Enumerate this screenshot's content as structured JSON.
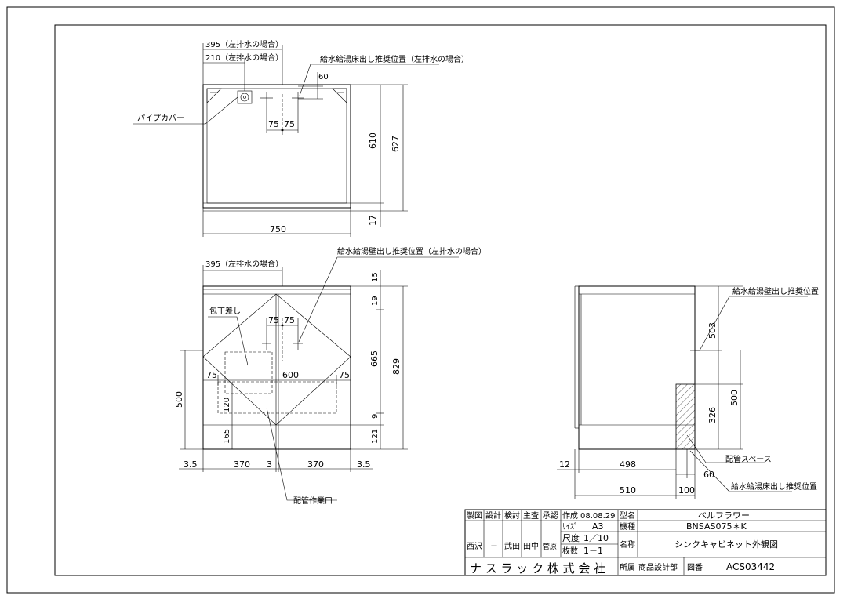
{
  "top_view": {
    "dim_395": "395（左排水の場合）",
    "dim_210": "210（左排水の場合）",
    "note_floor": "給水給湯床出し推奨位置（左排水の場合）",
    "dim_60": "60",
    "pipe_cover": "パイプカバー",
    "dim_75a": "75",
    "dim_75b": "75",
    "dim_610": "610",
    "dim_627": "627",
    "dim_17": "17",
    "dim_750": "750"
  },
  "front_view": {
    "dim_395": "395（左排水の場合）",
    "note_wall": "給水給湯壁出し推奨位置（左排水の場合）",
    "dim_15": "15",
    "dim_19": "19",
    "knife_rack": "包丁差し",
    "dim_75a": "75",
    "dim_75b": "75",
    "dim_665": "665",
    "dim_829": "829",
    "dim_75_left": "75",
    "dim_600": "600",
    "dim_75_right": "75",
    "dim_500": "500",
    "dim_120": "120",
    "dim_9": "9",
    "dim_165": "165",
    "dim_121": "121",
    "dim_3_5_left": "3.5",
    "dim_370a": "370",
    "dim_3": "3",
    "dim_370b": "370",
    "dim_3_5_right": "3.5",
    "opening_label": "配管作業口"
  },
  "side_view": {
    "note_wall": "給水給湯壁出し推奨位置",
    "dim_503": "503",
    "dim_500": "500",
    "dim_326": "326",
    "piping_space": "配管スペース",
    "dim_12": "12",
    "dim_498": "498",
    "dim_60": "60",
    "note_floor": "給水給湯床出し推奨位置",
    "dim_510": "510",
    "dim_100": "100"
  },
  "title_block": {
    "seizu": "製図",
    "sekkei": "設計",
    "kento": "検討",
    "shusa": "主査",
    "shonin": "承認",
    "sakusei_label": "作成",
    "sakusei_date": "08.08.29",
    "size_label": "ｻｲｽﾞ",
    "size_value": "A3",
    "scale_label": "尺度",
    "scale_value": "1／10",
    "sheets_label": "枚数",
    "sheets_value": "1－1",
    "name_nishizawa": "西沢",
    "name_dash": "－",
    "name_takeda": "武田",
    "name_tanaka": "田中",
    "name_sugawara": "菅原",
    "company": "ナ ス ラ ッ ク 株 式 会 社",
    "katamei_label": "型名",
    "katamei_value": "ベルフラワー",
    "kishu_label": "機種",
    "kishu_value": "BNSAS075＊K",
    "meisho_label": "名称",
    "meisho_value": "シンクキャビネット外観図",
    "shozoku_label": "所属",
    "shozoku_value": "商品設計部",
    "zuban_label": "図番",
    "zuban_value": "ACS03442"
  }
}
